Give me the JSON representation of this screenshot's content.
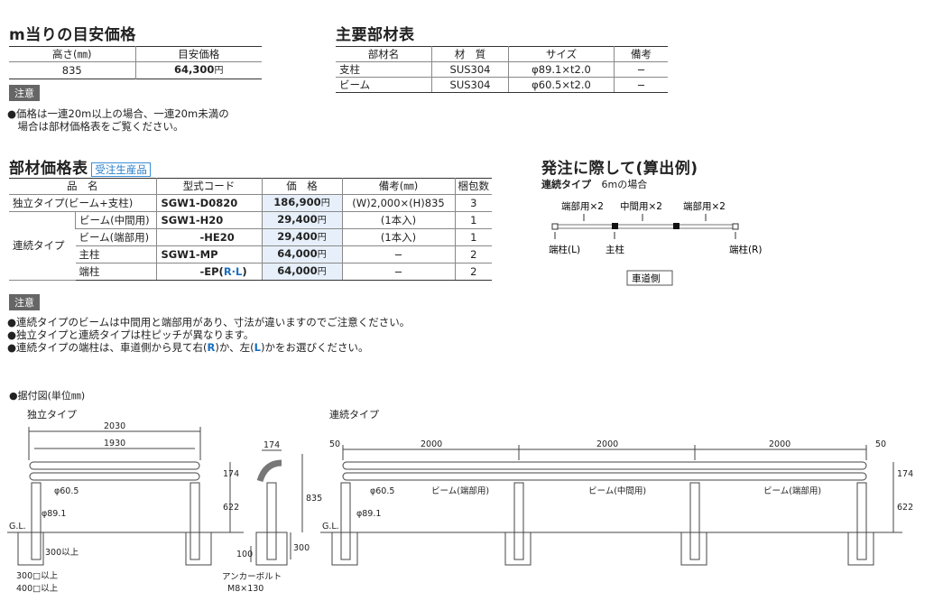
{
  "price_section": {
    "title": "m当りの目安価格",
    "headers": [
      "高さ(㎜)",
      "目安価格"
    ],
    "height": "835",
    "price": "64,300",
    "price_unit": "円"
  },
  "note1": {
    "tag": "注意",
    "lines": [
      "●価格は一連20m以上の場合、一連20m未満の",
      "　場合は部材価格表をご覧ください。"
    ]
  },
  "materials": {
    "title": "主要部材表",
    "headers": [
      "部材名",
      "材　質",
      "サイズ",
      "備考"
    ],
    "rows": [
      [
        "支柱",
        "SUS304",
        "φ89.1×t2.0",
        "−"
      ],
      [
        "ビーム",
        "SUS304",
        "φ60.5×t2.0",
        "−"
      ]
    ]
  },
  "parts": {
    "title": "部材価格表",
    "badge": "受注生産品",
    "headers": [
      "品　名",
      "型式コード",
      "価　格",
      "備考(㎜)",
      "梱包数"
    ],
    "yen": "円",
    "rows": [
      {
        "name": "独立タイプ(ビーム+支柱)",
        "code": "SGW1-D0820",
        "price": "186,900",
        "remark": "(W)2,000×(H)835",
        "qty": "3"
      },
      {
        "group": "連続タイプ",
        "name": "ビーム(中間用)",
        "code": "SGW1-H20",
        "price": "29,400",
        "remark": "(1本入)",
        "qty": "1"
      },
      {
        "name": "ビーム(端部用)",
        "code": "-HE20",
        "price": "29,400",
        "remark": "(1本入)",
        "qty": "1"
      },
      {
        "name": "主柱",
        "code": "SGW1-MP",
        "price": "64,000",
        "remark": "−",
        "qty": "2"
      },
      {
        "name": "端柱",
        "code_prefix": "-EP(",
        "code_rl": "R·L",
        "code_suffix": ")",
        "price": "64,000",
        "remark": "−",
        "qty": "2"
      }
    ]
  },
  "note2": {
    "tag": "注意",
    "line1": "●連続タイプのビームは中間用と端部用があり、寸法が違いますのでご注意ください。",
    "line2": "●独立タイプと連続タイプは柱ピッチが異なります。",
    "line3_a": "●連続タイプの端柱は、車道側から見て右(",
    "line3_r": "R",
    "line3_b": ")か、左(",
    "line3_l": "L",
    "line3_c": ")かをお選びください。"
  },
  "order": {
    "title": "発注に際して(算出例)",
    "subtitle_bold": "連続タイプ",
    "subtitle": "6mの場合",
    "lab_end1": "端部用×2",
    "lab_mid": "中間用×2",
    "lab_end2": "端部用×2",
    "lab_post_l": "端柱(L)",
    "lab_main": "主柱",
    "lab_post_r": "端柱(R)",
    "lab_road": "車道側"
  },
  "drawing": {
    "title": "●据付図(単位㎜)",
    "independent": "独立タイプ",
    "continuous": "連続タイプ",
    "d2030": "2030",
    "d1930": "1930",
    "d174": "174",
    "d622": "622",
    "d835": "835",
    "d300": "300",
    "d100": "100",
    "d300up": "300以上",
    "d300sq": "300□以上",
    "d400sq": "400□以上",
    "phi605": "φ60.5",
    "phi891": "φ89.1",
    "gl": "G.L.",
    "anchor1": "アンカーボルト",
    "anchor2": "M8×130",
    "d50": "50",
    "d2000": "2000",
    "beam_end": "ビーム(端部用)",
    "beam_mid": "ビーム(中間用)"
  }
}
